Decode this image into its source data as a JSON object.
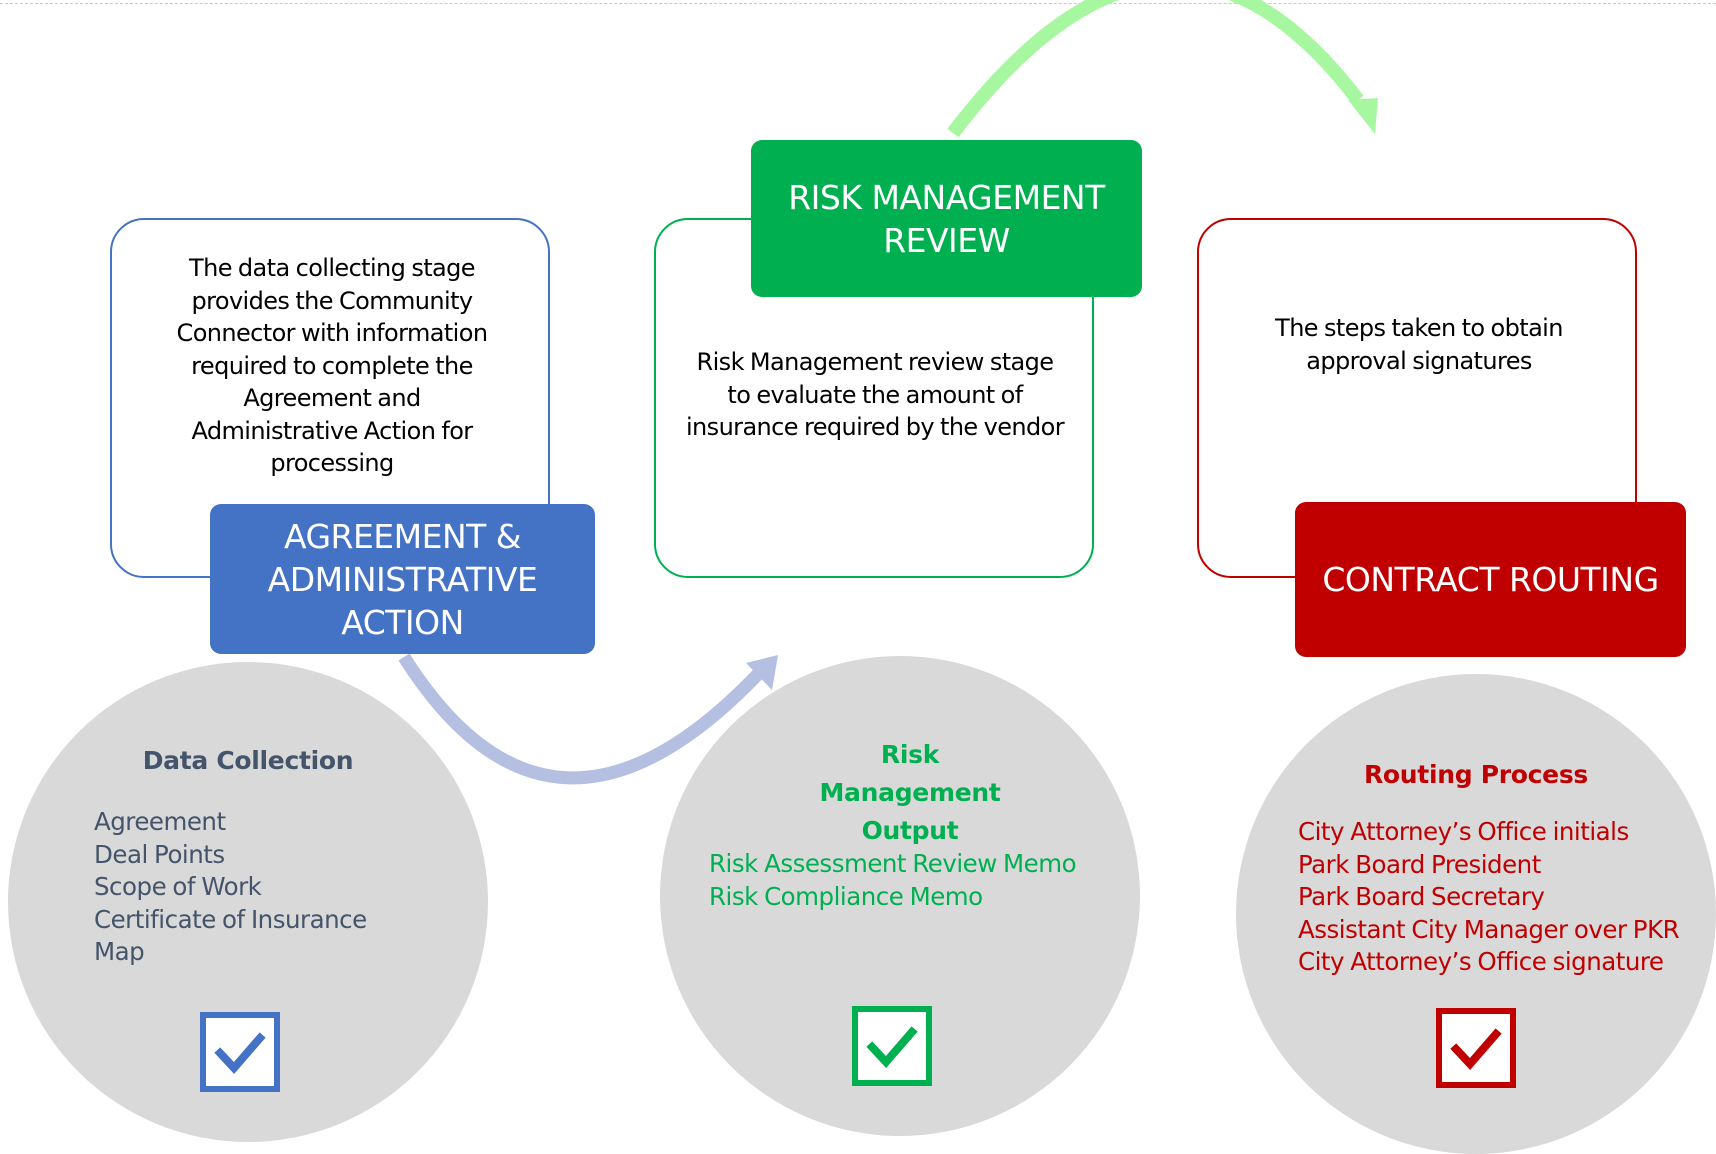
{
  "colors": {
    "blue": "#4472c4",
    "green": "#00b050",
    "red": "#c00000",
    "circle": "#d9d9d9",
    "arrow_green": "#a7f7a0",
    "arrow_blue": "#b4bfe2"
  },
  "stages": [
    {
      "id": "agreement",
      "title": "AGREEMENT & ADMINISTRATIVE ACTION",
      "description": "The data collecting stage provides the Community Connector with information required to complete the Agreement and Administrative Action for processing",
      "output": {
        "title": "Data Collection",
        "items": [
          "Agreement",
          "Deal Points",
          "Scope of Work",
          "Certificate of Insurance",
          "Map"
        ],
        "check_icon": "checked-box-icon"
      }
    },
    {
      "id": "risk",
      "title": "RISK MANAGEMENT REVIEW",
      "description": "Risk Management review stage to evaluate the amount of insurance required by the vendor",
      "output": {
        "title": "Risk Management Output",
        "items": [
          "Risk Assessment Review Memo",
          "Risk Compliance Memo"
        ],
        "check_icon": "checked-box-icon"
      }
    },
    {
      "id": "routing",
      "title": "CONTRACT ROUTING",
      "description": "The steps taken to obtain approval signatures",
      "output": {
        "title": "Routing Process",
        "items": [
          "City Attorney’s Office initials",
          "Park Board President",
          "Park Board Secretary",
          "Assistant City Manager over PKR",
          "City Attorney’s Office signature"
        ],
        "check_icon": "checked-box-icon"
      }
    }
  ],
  "arrows": [
    {
      "icon": "curved-arrow-icon",
      "from": "agreement",
      "to": "risk"
    },
    {
      "icon": "curved-arrow-icon",
      "from": "risk",
      "to": "routing"
    }
  ]
}
